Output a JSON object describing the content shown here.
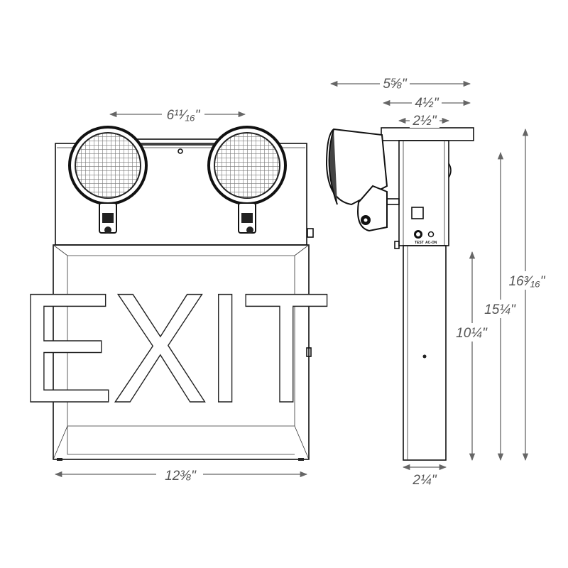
{
  "front_view": {
    "sign_text": "EXIT",
    "width_dim": "12⅜\"",
    "lamp_spacing_dim": "6¹¹⁄₁₆\""
  },
  "side_view": {
    "overall_depth_dim": "5⅝\"",
    "canopy_dim": "4½\"",
    "box_depth_dim": "2½\"",
    "stem_depth_dim": "2¼\"",
    "overall_height_dim": "16³⁄₁₆\"",
    "height_to_box_dim": "15¼\"",
    "stem_height_dim": "10¼\"",
    "test_label": "TEST",
    "ac_on_label": "AC-ON"
  },
  "colors": {
    "line": "#111111",
    "dimension": "#666666"
  }
}
